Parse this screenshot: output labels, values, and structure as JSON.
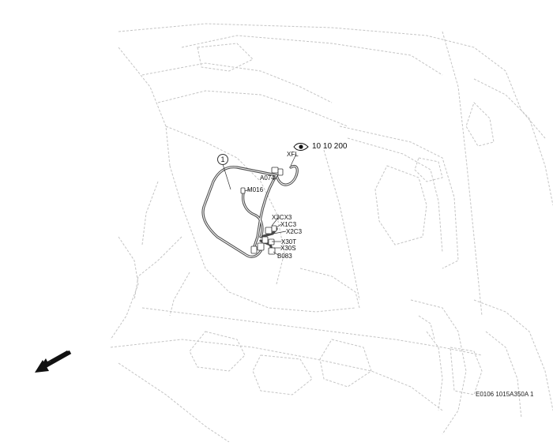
{
  "figure": {
    "callout_number": "1",
    "view_reference": "10 10 200",
    "figure_id": "E0106 1015A350A 1",
    "view_icon": "eye-icon",
    "direction_icon": "arrow-down-left-icon"
  },
  "connectors": [
    "XFL",
    "A074",
    "M016",
    "X3CX3",
    "X1C3",
    "X2C3",
    "X30T",
    "X30S",
    "B083"
  ],
  "colors": {
    "outline": "#bdbdbd",
    "harness": "#555555",
    "ink": "#111111"
  }
}
